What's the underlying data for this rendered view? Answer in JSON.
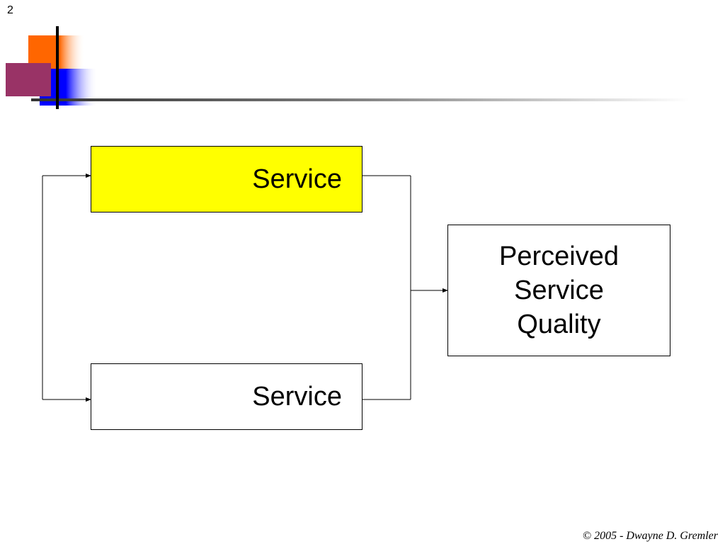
{
  "slide_number": "2",
  "colors": {
    "accent_orange": "#ff6600",
    "accent_blue": "#0000ff",
    "accent_magenta": "#993366",
    "highlight_yellow": "#ffff00"
  },
  "diagram": {
    "top_box_label": "Service",
    "bottom_box_label": "Service",
    "output_box_lines": [
      "Perceived",
      "Service",
      "Quality"
    ]
  },
  "footer": {
    "copyright": "©  2005  - Dwayne D. Gremler"
  }
}
